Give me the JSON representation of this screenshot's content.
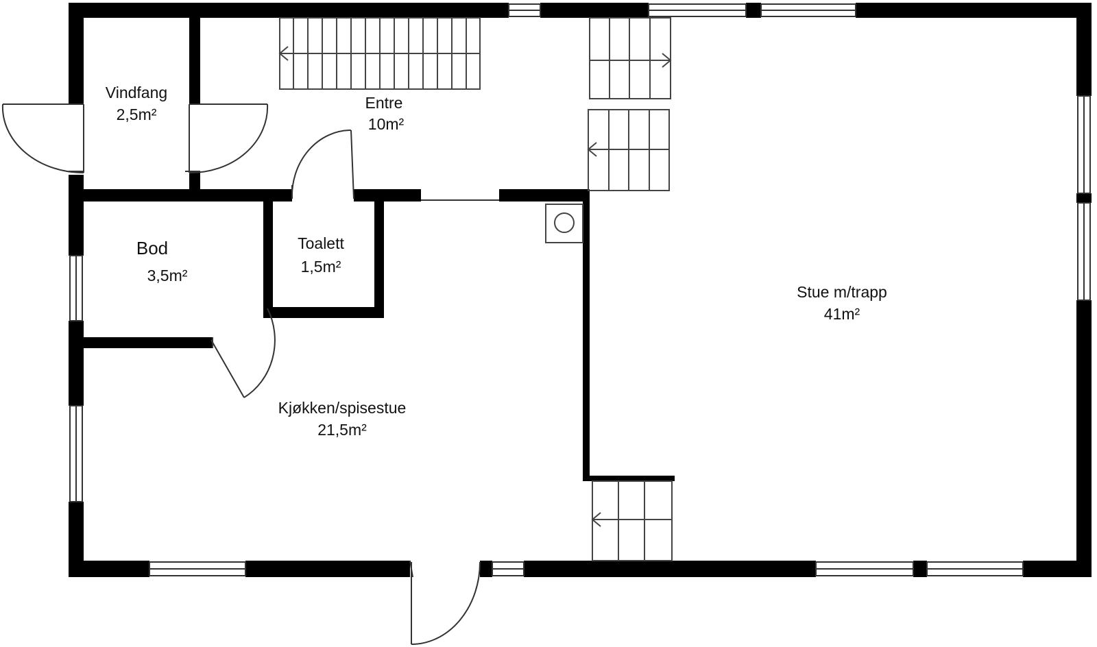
{
  "plan": {
    "rooms": {
      "vindfang": {
        "name": "Vindfang",
        "area": "2,5m²"
      },
      "entre": {
        "name": "Entre",
        "area": "10m²"
      },
      "bod": {
        "name": "Bod",
        "area": "3,5m²"
      },
      "toalett": {
        "name": "Toalett",
        "area": "1,5m²"
      },
      "kjokken": {
        "name": "Kjøkken/spisestue",
        "area": "21,5m²"
      },
      "stue": {
        "name": "Stue m/trapp",
        "area": "41m²"
      }
    },
    "colors": {
      "wall": "#000000",
      "line": "#333333",
      "background": "#ffffff"
    }
  }
}
